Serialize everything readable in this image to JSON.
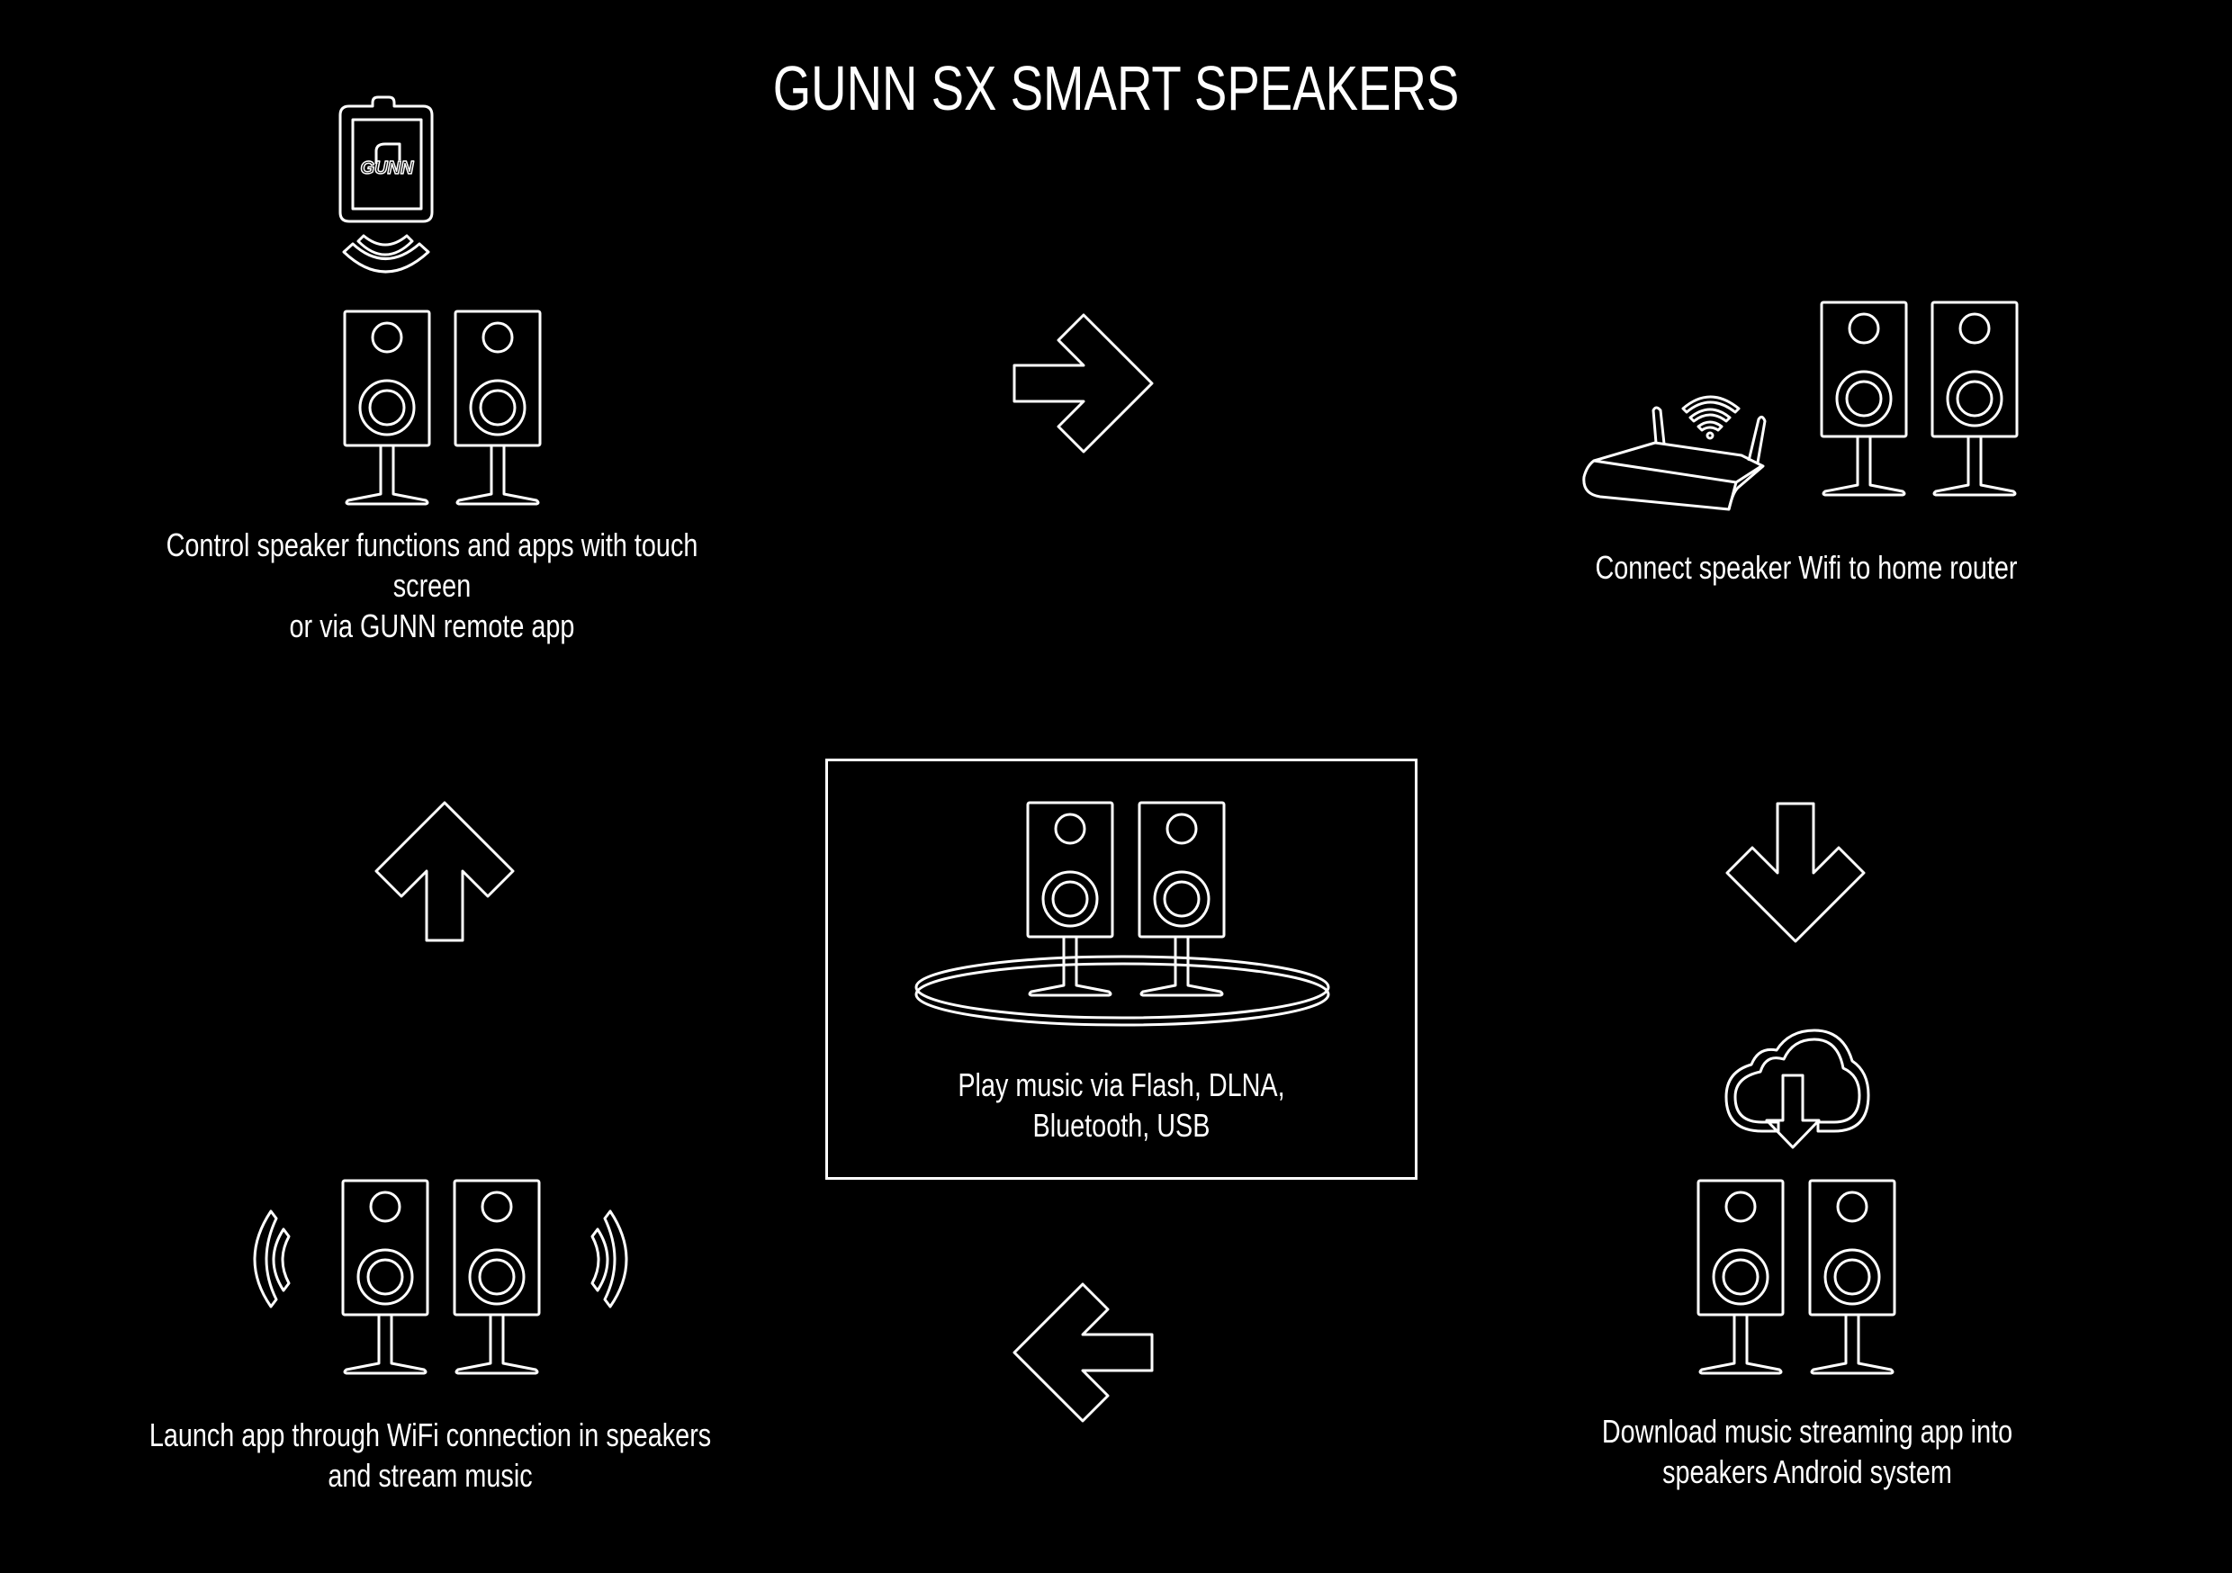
{
  "header": {
    "title": "GUNN SX SMART SPEAKERS"
  },
  "steps": [
    {
      "id": "control",
      "caption": "Control speaker functions and apps with touch screen\nor via GUNN remote app",
      "icons": [
        "tablet-icon",
        "signal-icon",
        "speaker-pair-icon"
      ]
    },
    {
      "id": "connect",
      "caption": "Connect speaker Wifi to home router",
      "icons": [
        "router-icon",
        "wifi-icon",
        "speaker-pair-icon"
      ]
    },
    {
      "id": "download",
      "caption": "Download music streaming app into\nspeakers Android system",
      "icons": [
        "cloud-download-icon",
        "speaker-pair-icon"
      ]
    },
    {
      "id": "launch",
      "caption": "Launch app through WiFi connection in speakers\nand stream music",
      "icons": [
        "sound-waves-icon",
        "speaker-pair-icon"
      ]
    }
  ],
  "center": {
    "caption": "Play music via Flash, DLNA,\nBluetooth, USB",
    "icons": [
      "speaker-pair-icon",
      "platform-icon"
    ]
  },
  "tablet": {
    "logo_text": "GUNN"
  },
  "arrows": [
    "right",
    "down",
    "left",
    "up"
  ],
  "colors": {
    "background": "#000000",
    "foreground": "#ffffff"
  }
}
